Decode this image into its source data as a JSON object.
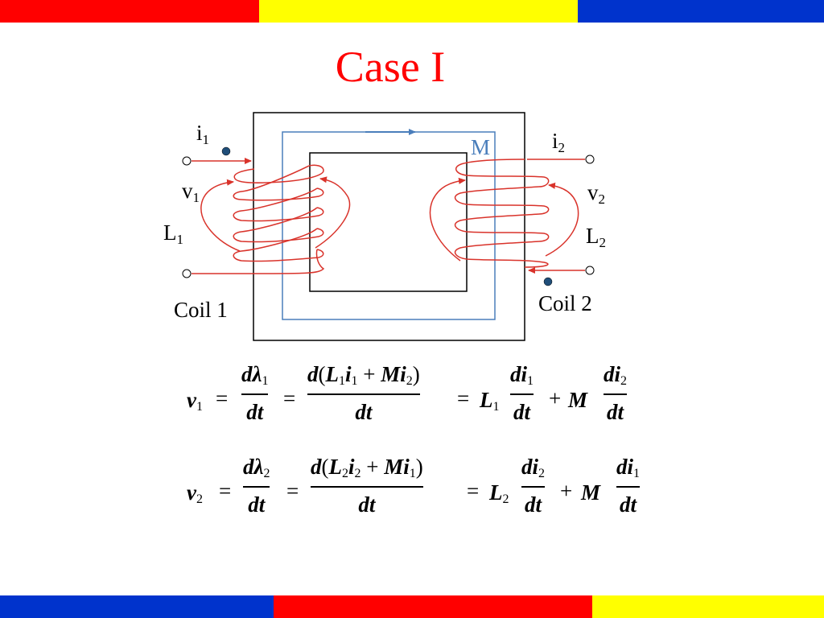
{
  "slide": {
    "title": "Case I",
    "band_colors": {
      "red": "#ff0000",
      "yellow": "#ffff00",
      "blue": "#0033cc"
    }
  },
  "diagram": {
    "core_color": "#000000",
    "flux_path_color": "#4a7ebb",
    "coil_color": "#d9332b",
    "terminal_dot_color": "#1f4e79",
    "mutual_label": "M",
    "coil1": {
      "current": "i",
      "current_sub": "1",
      "voltage": "v",
      "voltage_sub": "1",
      "inductance": "L",
      "inductance_sub": "1",
      "name": "Coil 1"
    },
    "coil2": {
      "current": "i",
      "current_sub": "2",
      "voltage": "v",
      "voltage_sub": "2",
      "inductance": "L",
      "inductance_sub": "2",
      "name": "Coil 2"
    }
  },
  "equations": [
    {
      "lhs": "v",
      "lhs_sub": "1",
      "frac1_num": "dλ",
      "frac1_num_sub": "1",
      "frac1_den": "dt",
      "frac2_num_d": "d",
      "frac2_num_L": "L",
      "frac2_num_L_sub": "1",
      "frac2_num_i": "i",
      "frac2_num_i_sub": "1",
      "frac2_num_plus": "+",
      "frac2_num_M": "Mi",
      "frac2_num_M_sub": "2",
      "frac2_den": "dt",
      "term1_coef": "L",
      "term1_coef_sub": "1",
      "term1_num": "di",
      "term1_num_sub": "1",
      "term1_den": "dt",
      "plus": "+",
      "term2_coef": "M",
      "term2_num": "di",
      "term2_num_sub": "2",
      "term2_den": "dt"
    },
    {
      "lhs": "v",
      "lhs_sub": "2",
      "frac1_num": "dλ",
      "frac1_num_sub": "2",
      "frac1_den": "dt",
      "frac2_num_d": "d",
      "frac2_num_L": "L",
      "frac2_num_L_sub": "2",
      "frac2_num_i": "i",
      "frac2_num_i_sub": "2",
      "frac2_num_plus": "+",
      "frac2_num_M": "Mi",
      "frac2_num_M_sub": "1",
      "frac2_den": "dt",
      "term1_coef": "L",
      "term1_coef_sub": "2",
      "term1_num": "di",
      "term1_num_sub": "2",
      "term1_den": "dt",
      "plus": "+",
      "term2_coef": "M",
      "term2_num": "di",
      "term2_num_sub": "1",
      "term2_den": "dt"
    }
  ]
}
